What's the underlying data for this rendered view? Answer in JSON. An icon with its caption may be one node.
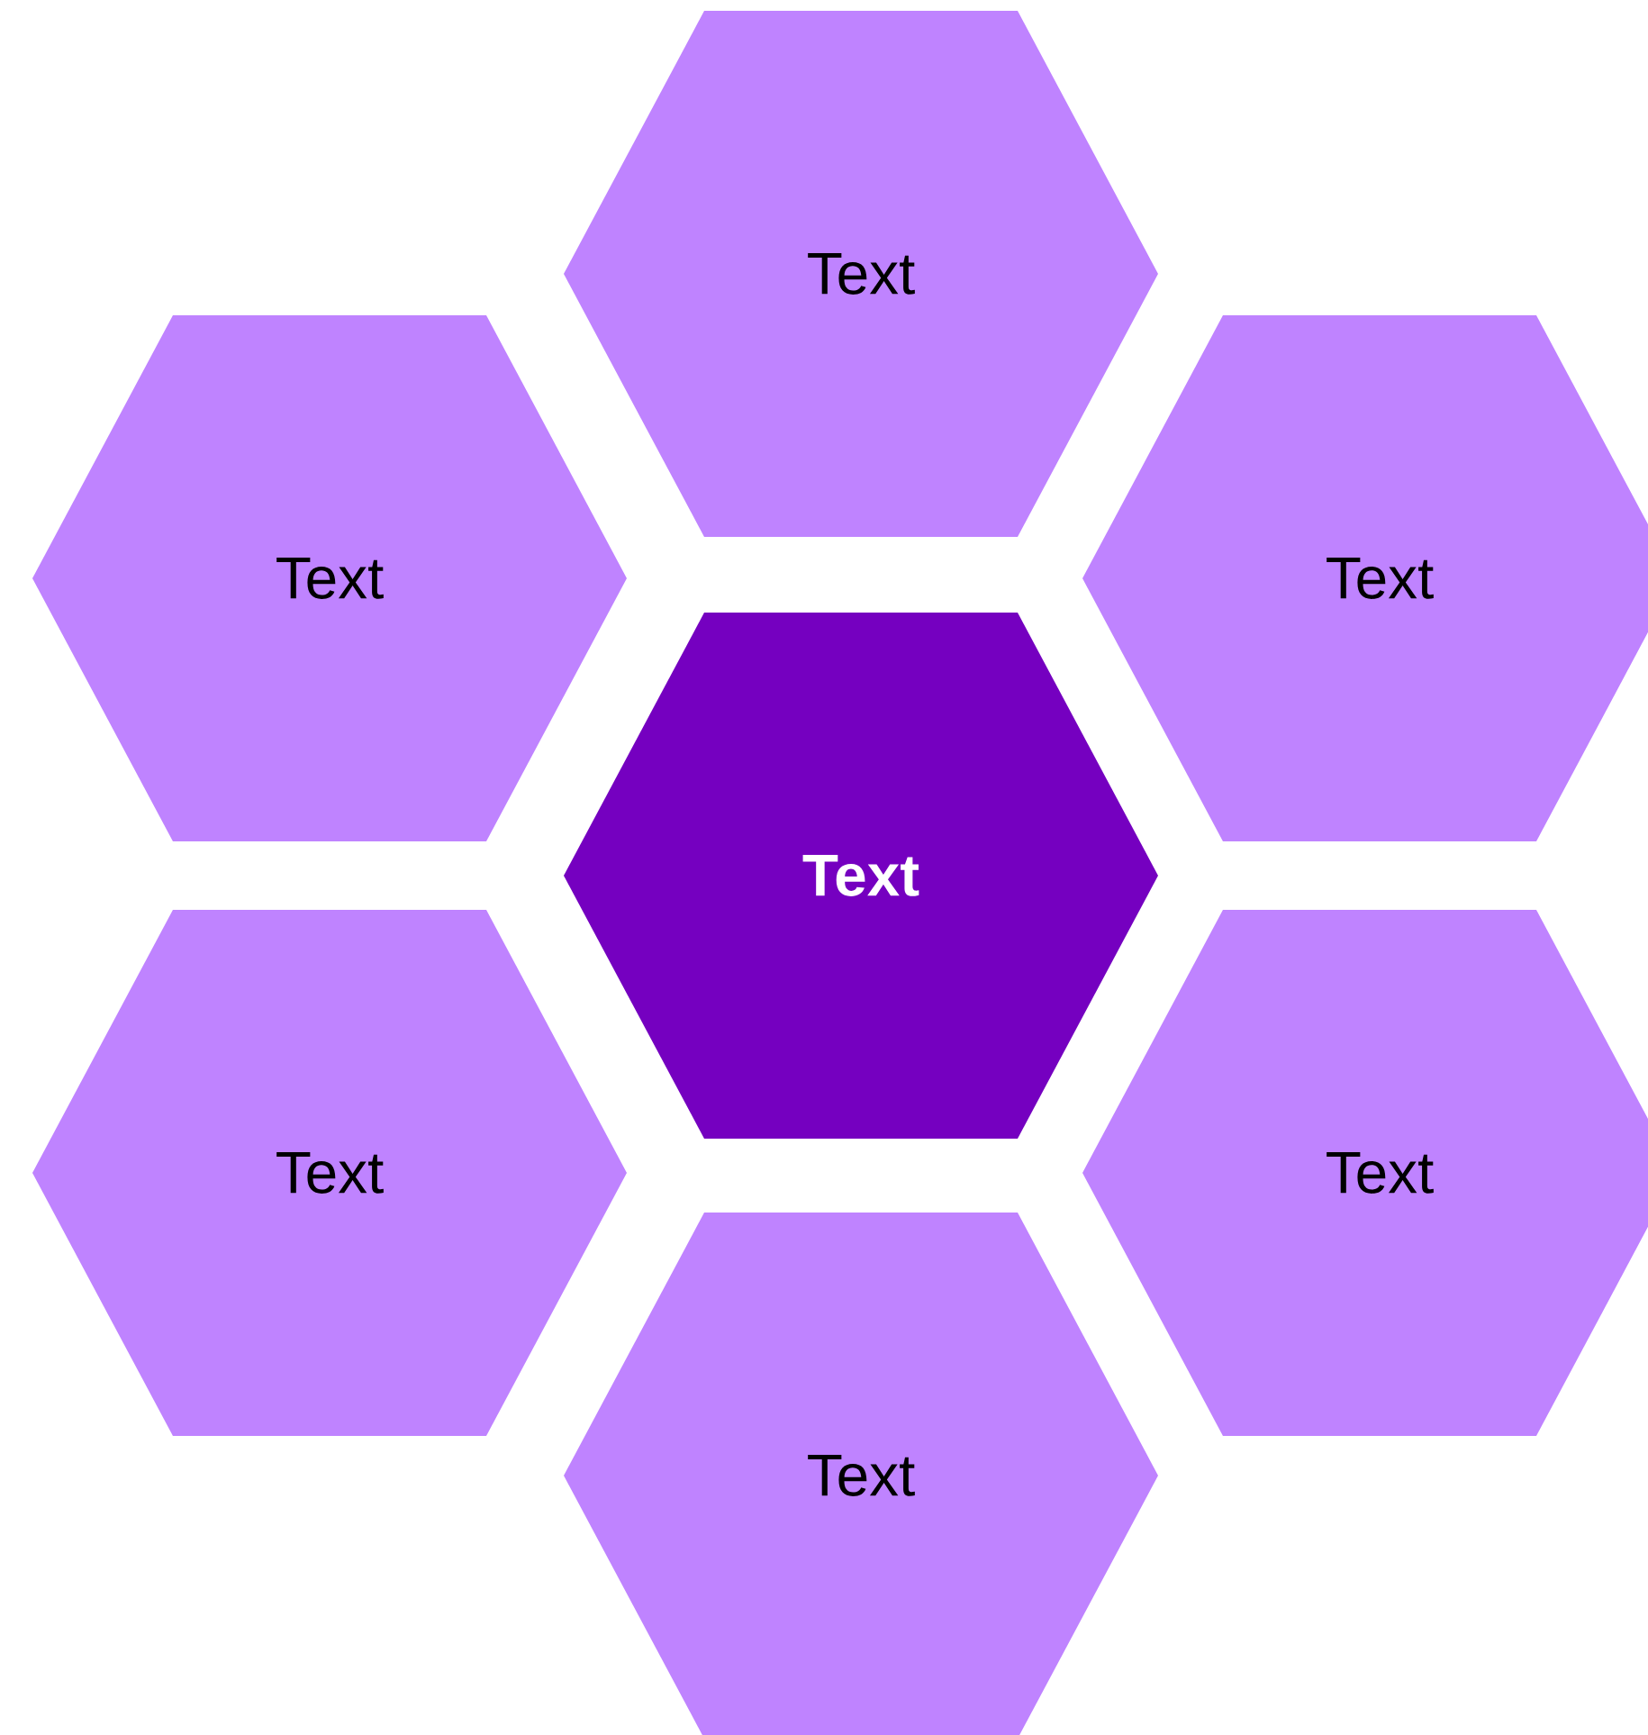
{
  "diagram": {
    "nodes": [
      {
        "text": [
          "Text"
        ]
      },
      {
        "text": [
          "Text"
        ]
      },
      {
        "text": [
          "Text"
        ]
      },
      {
        "text": [
          "Text"
        ]
      },
      {
        "text": [
          "Text"
        ]
      },
      {
        "text": [
          "Text"
        ]
      },
      {
        "text": [
          "Text"
        ]
      }
    ]
  }
}
